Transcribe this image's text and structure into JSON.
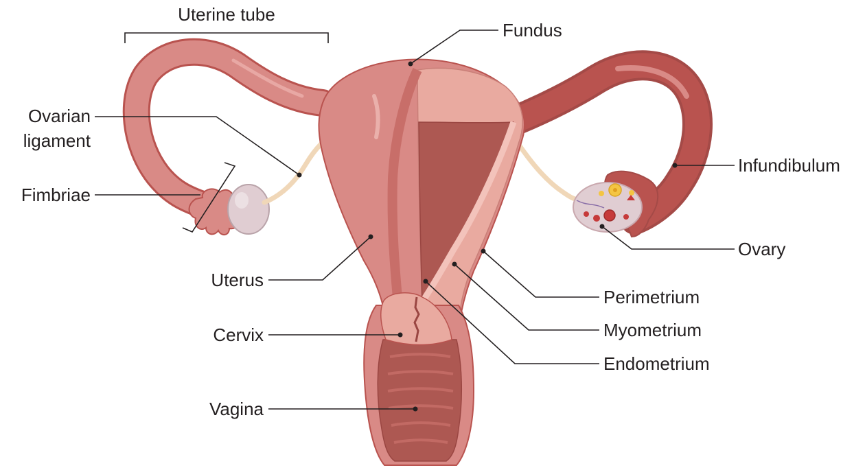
{
  "labels": {
    "uterine_tube": "Uterine tube",
    "fundus": "Fundus",
    "ovarian_ligament_line1": "Ovarian",
    "ovarian_ligament_line2": "ligament",
    "fimbriae": "Fimbriae",
    "infundibulum": "Infundibulum",
    "ovary": "Ovary",
    "uterus": "Uterus",
    "cervix": "Cervix",
    "vagina": "Vagina",
    "perimetrium": "Perimetrium",
    "myometrium": "Myometrium",
    "endometrium": "Endometrium"
  },
  "colors": {
    "outer_tissue": "#d98a86",
    "tissue_dark": "#b9534f",
    "endometrium_cavity": "#ad5852",
    "myometrium_cut": "#e9aaa0",
    "ligament": "#f0d7b8",
    "ovary": "#e0cdd2",
    "follicle": "#f4c542",
    "outline": "#a44a47",
    "text": "#231f20"
  }
}
